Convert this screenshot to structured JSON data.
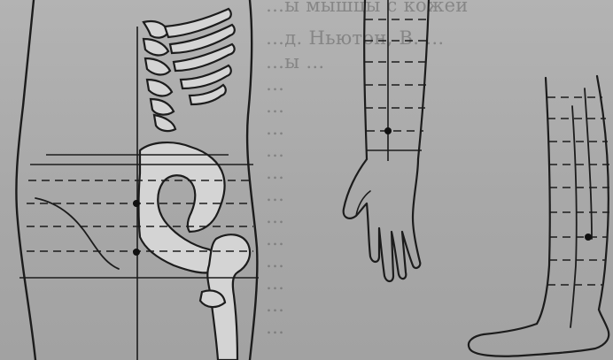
{
  "text_block": {
    "lines": [
      "…ы мышцы с кожей",
      "…д. Ньютон, В. …",
      "…ы …",
      "…",
      "…",
      "…",
      "…",
      "…",
      "…",
      "…",
      "…",
      "…",
      "…",
      "…",
      "…"
    ]
  },
  "figures": [
    {
      "id": "torso-pelvis",
      "icon": "pelvis-bone-icon"
    },
    {
      "id": "forearm-hand",
      "icon": "hand-icon"
    },
    {
      "id": "lower-leg-foot",
      "icon": "foot-icon"
    }
  ],
  "colors": {
    "paper": "#a9a9a9",
    "ink": "#1c1c1c",
    "bone_fill": "#d4d4d4"
  }
}
